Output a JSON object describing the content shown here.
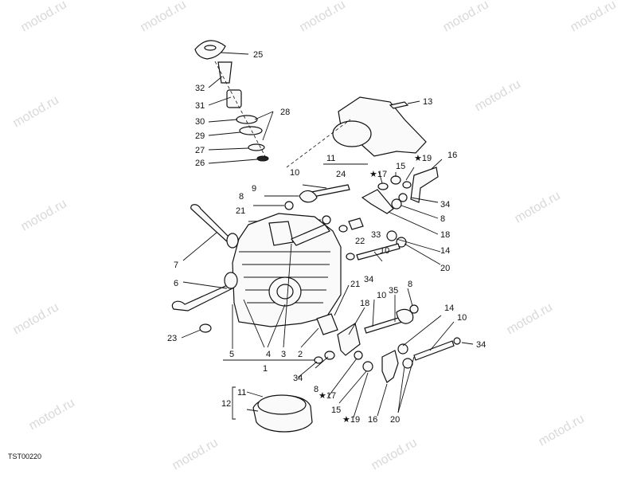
{
  "watermark": "motod.ru",
  "figure_code": "TST00220",
  "labels": {
    "l25": "25",
    "l32": "32",
    "l31": "31",
    "l28": "28",
    "l30": "30",
    "l29": "29",
    "l27": "27",
    "l26": "26",
    "l13": "13",
    "l11a": "11",
    "l24": "24",
    "l19a": "★19",
    "l16a": "16",
    "l15a": "15",
    "l17a": "★17",
    "l10a": "10",
    "l9": "9",
    "l8a": "8",
    "l34a": "34",
    "l8b": "8",
    "l21a": "21",
    "l18a": "18",
    "l22": "22",
    "l33": "33",
    "l14a": "14",
    "l7": "7",
    "l10b": "10",
    "l20a": "20",
    "l34b": "34",
    "l6": "6",
    "l21b": "21",
    "l35": "35",
    "l8c": "8",
    "l10c": "10",
    "l18b": "18",
    "l14b": "14",
    "l10d": "10",
    "l23": "23",
    "l34c": "34",
    "l5": "5",
    "l4": "4",
    "l3": "3",
    "l2": "2",
    "l1": "1",
    "l34d": "34",
    "l8d": "8",
    "l17b": "★17",
    "l15b": "15",
    "l11b": "11",
    "l12": "12",
    "l19b": "★19",
    "l16b": "16",
    "l20b": "20"
  }
}
